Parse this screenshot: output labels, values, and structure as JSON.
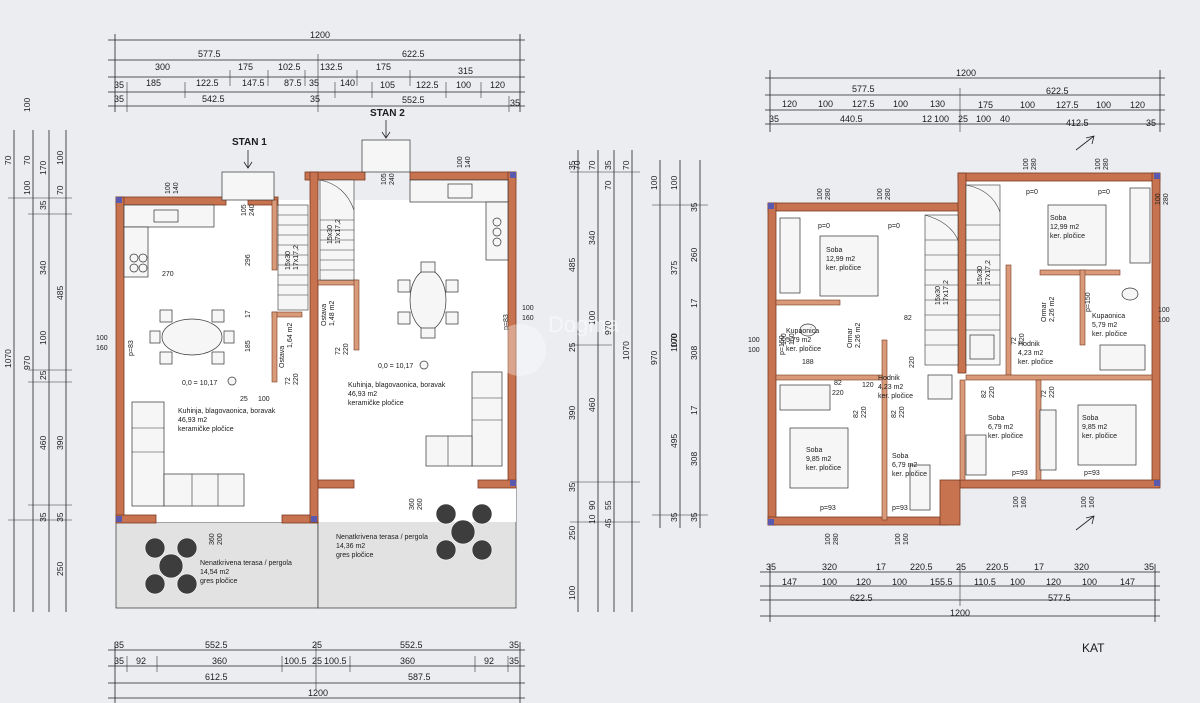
{
  "ground_floor": {
    "top_dims": {
      "row1": [
        "1200"
      ],
      "row2": [
        "577.5",
        "622.5"
      ],
      "row3": [
        "300",
        "175",
        "102.5",
        "132.5",
        "175",
        "315"
      ],
      "row4": [
        "35",
        "185",
        "122.5",
        "147.5",
        "87.5",
        "35",
        "140",
        "105",
        "122.5",
        "100",
        "120"
      ],
      "row5": [
        "35",
        "542.5",
        "35",
        "552.5",
        "35"
      ]
    },
    "left_dims": {
      "col1": [
        "1070"
      ],
      "col2": [
        "970",
        "100",
        "70"
      ],
      "col3": [
        "70",
        "170",
        "100",
        "485",
        "390",
        "460",
        "35",
        "250"
      ],
      "col4": [
        "100",
        "70",
        "35",
        "340",
        "100",
        "25",
        "35"
      ]
    },
    "bottom_dims": {
      "row1": [
        "35",
        "552.5",
        "25",
        "552.5",
        "35"
      ],
      "row2": [
        "35",
        "92",
        "360",
        "100.5",
        "25",
        "100.5",
        "360",
        "92",
        "35"
      ],
      "row3": [
        "612.5",
        "587.5"
      ],
      "row4": [
        "1200"
      ]
    },
    "entrances": [
      "STAN 1",
      "STAN 2"
    ],
    "rooms": [
      {
        "name": "Kuhinja, blagovaonica, boravak",
        "area": "46,93 m2",
        "finish": "keramičke pločice"
      },
      {
        "name": "Kuhinja, blagovaonica, boravak",
        "area": "46,93 m2",
        "finish": "keramičke pločice"
      },
      {
        "name": "Nenatkrivena terasa / pergola",
        "area": "14,54 m2",
        "finish": "gres pločice"
      },
      {
        "name": "Nenatkrivena terasa / pergola",
        "area": "14,36 m2",
        "finish": "gres pločice"
      }
    ],
    "level_marks": [
      "0,0 = 10,17",
      "0,0 = 10,17"
    ],
    "window_labels": [
      "100",
      "140",
      "105",
      "240",
      "100",
      "140",
      "105",
      "240",
      "100",
      "160",
      "100",
      "160",
      "360",
      "200",
      "360",
      "260"
    ],
    "inner_labels": [
      "270",
      "296",
      "185",
      "17",
      "25",
      "100",
      "p=83",
      "p=83",
      "72",
      "220",
      "72",
      "220",
      "15x30",
      "17x17,2",
      "15x30",
      "17x17,2",
      "Ostava",
      "1,64 m2",
      "Ostava",
      "1,48 m2"
    ],
    "mid_dims": {
      "colA": [
        "35",
        "70",
        "485",
        "100",
        "25",
        "390",
        "35",
        "250",
        "100"
      ],
      "colB": [
        "70",
        "340",
        "460",
        "10",
        "90",
        "55"
      ],
      "colC": [
        "35",
        "70",
        "970",
        "45"
      ],
      "colD": [
        "70",
        "1070"
      ]
    }
  },
  "upper_floor": {
    "title": "KAT",
    "top_dims": {
      "row1": [
        "1200"
      ],
      "row2": [
        "577.5",
        "622.5"
      ],
      "row3": [
        "120",
        "100",
        "127.5",
        "100",
        "130",
        "175",
        "100",
        "127.5",
        "100",
        "120"
      ],
      "row4": [
        "35",
        "440.5",
        "12",
        "100",
        "25",
        "100",
        "40",
        "412.5",
        "35"
      ]
    },
    "left_dims": {
      "col1": [
        "1070"
      ],
      "col2": [
        "970",
        "100"
      ],
      "col3": [
        "100",
        "375",
        "100",
        "495",
        "35"
      ],
      "col4": [
        "35",
        "260",
        "17",
        "308",
        "17",
        "308",
        "35"
      ]
    },
    "bottom_dims": {
      "row1": [
        "35",
        "320",
        "17",
        "220.5",
        "25",
        "220.5",
        "17",
        "320",
        "35"
      ],
      "row2": [
        "147",
        "100",
        "120",
        "100",
        "155.5",
        "110.5",
        "100",
        "120",
        "100",
        "147"
      ],
      "row3": [
        "622.5",
        "577.5"
      ],
      "row4": [
        "1200"
      ]
    },
    "rooms": [
      {
        "name": "Soba",
        "area": "12,99 m2",
        "finish": "ker. pločice"
      },
      {
        "name": "Soba",
        "area": "12,99 m2",
        "finish": "ker. pločice"
      },
      {
        "name": "Kupaonica",
        "area": "5,79 m2",
        "finish": "ker. pločice"
      },
      {
        "name": "Kupaonica",
        "area": "5,79 m2",
        "finish": "ker. pločice"
      },
      {
        "name": "Hodnik",
        "area": "4,23 m2",
        "finish": "ker. pločice"
      },
      {
        "name": "Hodnik",
        "area": "4,23 m2",
        "finish": "ker. pločice"
      },
      {
        "name": "Soba",
        "area": "9,85 m2",
        "finish": "ker. pločice"
      },
      {
        "name": "Soba",
        "area": "9,85 m2",
        "finish": "ker. pločice"
      },
      {
        "name": "Soba",
        "area": "6,79 m2",
        "finish": "ker. pločice"
      },
      {
        "name": "Soba",
        "area": "6,79 m2",
        "finish": "ker. pločice"
      }
    ],
    "window_labels": [
      "100",
      "280",
      "100",
      "280",
      "100",
      "280",
      "100",
      "280",
      "100",
      "280",
      "100",
      "280",
      "100",
      "100",
      "100",
      "100",
      "100",
      "160",
      "100",
      "160",
      "100",
      "160",
      "100",
      "160"
    ],
    "inner_labels": [
      "p=0",
      "p=0",
      "p=0",
      "p=0",
      "p=93",
      "p=93",
      "p=93",
      "p=93",
      "188",
      "82",
      "220",
      "82",
      "220",
      "120",
      "82",
      "220",
      "82",
      "220",
      "82",
      "220",
      "72",
      "220",
      "72",
      "220",
      "15x30",
      "17x17,2",
      "15x30",
      "17x17,2",
      "Ormar",
      "2,26 m2",
      "Ormar",
      "2,26 m2",
      "p=150",
      "p=150"
    ]
  },
  "watermark": "Dogma"
}
